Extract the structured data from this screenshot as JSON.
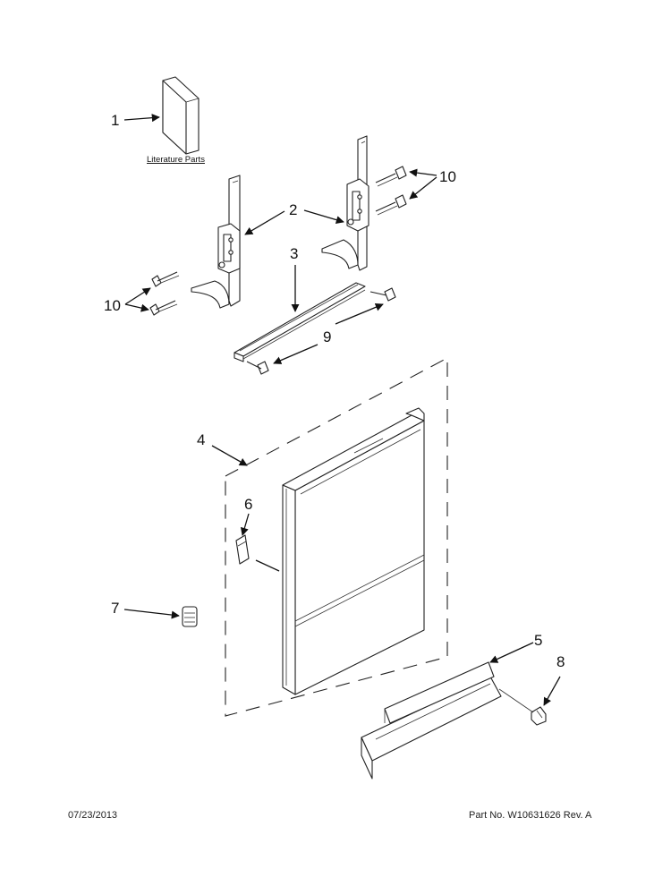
{
  "callouts": {
    "c1": "1",
    "c2": "2",
    "c3": "3",
    "c4": "4",
    "c5": "5",
    "c6": "6",
    "c7": "7",
    "c8": "8",
    "c9": "9",
    "c10_left": "10",
    "c10_right": "10"
  },
  "literature_label": "Literature Parts",
  "footer": {
    "date": "07/23/2013",
    "part_no": "Part No.  W10631626  Rev.  A"
  }
}
